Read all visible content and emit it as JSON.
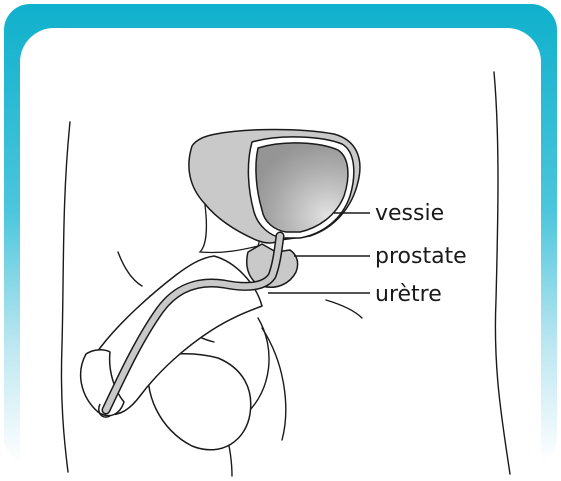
{
  "labels": {
    "bladder": "vessie",
    "prostate": "prostate",
    "urethra": "urètre"
  },
  "colors": {
    "frame_top": "#0fb0cc",
    "organ_fill": "#c9c9c9",
    "bladder_inner": "#9a9a9a",
    "outline": "#1a1a1a"
  }
}
